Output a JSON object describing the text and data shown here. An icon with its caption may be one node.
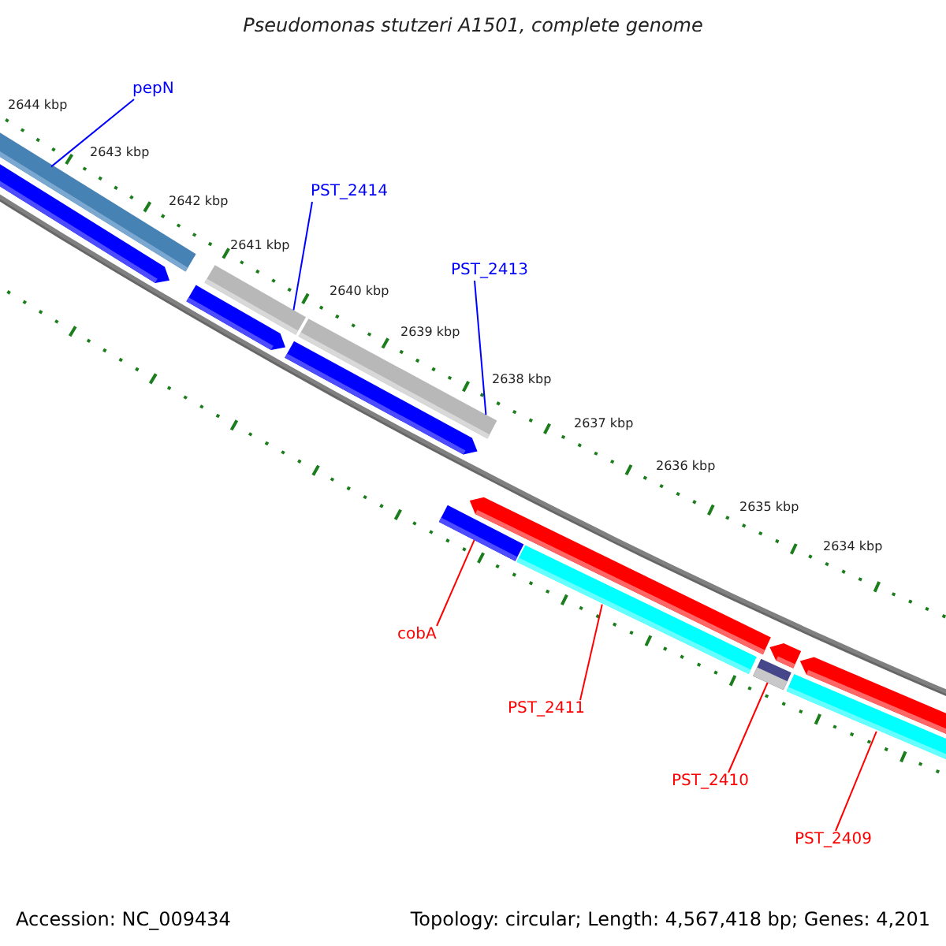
{
  "diagram": {
    "title": "Pseudomonas stutzeri A1501, complete genome",
    "nodes": [
      {
        "text": [
          "pepN"
        ]
      },
      {
        "text": [],
        "shape": "bar"
      },
      {
        "text": [
          "PST_2414"
        ]
      },
      {
        "text": [],
        "shape": "bar"
      },
      {
        "text": [
          "PST_2413"
        ]
      },
      {
        "text": [],
        "shape": "bar"
      },
      {
        "text": [
          "cobA"
        ]
      },
      {
        "text": [],
        "shape": "bar"
      },
      {
        "text": [
          "PST_2411"
        ]
      },
      {
        "text": [],
        "shape": "bar"
      },
      {
        "text": [
          "PST_2410"
        ]
      },
      {
        "text": [],
        "shape": "bar"
      },
      {
        "text": [
          "PST_2409"
        ]
      },
      {
        "text": [],
        "shape": "bar"
      }
    ],
    "edges": [
      {
        "from": 0,
        "to": 1,
        "arrow": "none",
        "color": "#0000ff"
      },
      {
        "from": 2,
        "to": 3,
        "arrow": "none",
        "color": "#0000ff"
      },
      {
        "from": 4,
        "to": 5,
        "arrow": "none",
        "color": "#0000ff"
      },
      {
        "from": 6,
        "to": 7,
        "arrow": "none"
      },
      {
        "from": 8,
        "to": 9,
        "arrow": "none"
      },
      {
        "from": 10,
        "to": 11,
        "arrow": "none"
      },
      {
        "from": 12,
        "to": 13,
        "arrow": "none"
      }
    ],
    "labels": [
      "2644 kbp",
      "2643 kbp",
      "2642 kbp",
      "2641 kbp",
      "2640 kbp",
      "2639 kbp",
      "2638 kbp",
      "2637 kbp",
      "2636 kbp",
      "2635 kbp",
      "2634 kbp",
      "Accession: NC_009434",
      "Topology: circular; Length: 4,567,418 bp; Genes: 4,201"
    ]
  }
}
